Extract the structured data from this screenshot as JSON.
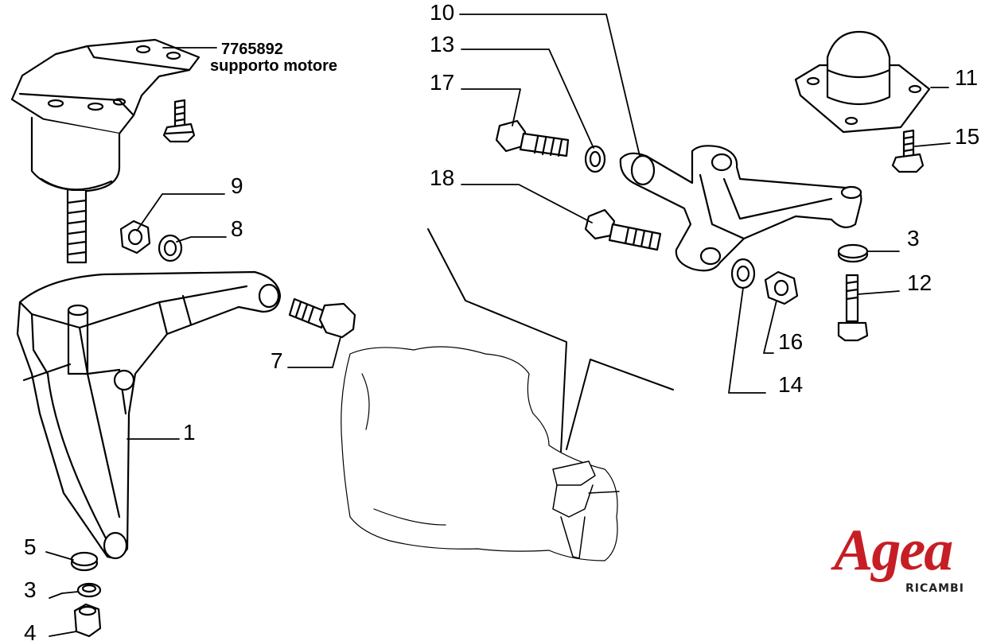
{
  "part_label": {
    "code": "7765892",
    "description": "supporto motore"
  },
  "callouts": {
    "n1": "1",
    "n3a": "3",
    "n3b": "3",
    "n4": "4",
    "n5": "5",
    "n7": "7",
    "n8": "8",
    "n9": "9",
    "n10": "10",
    "n11": "11",
    "n12": "12",
    "n13": "13",
    "n14": "14",
    "n15": "15",
    "n16": "16",
    "n17": "17",
    "n18": "18"
  },
  "logo": {
    "name": "Agea",
    "sub": "RICAMBI",
    "color": "#c61e24"
  }
}
